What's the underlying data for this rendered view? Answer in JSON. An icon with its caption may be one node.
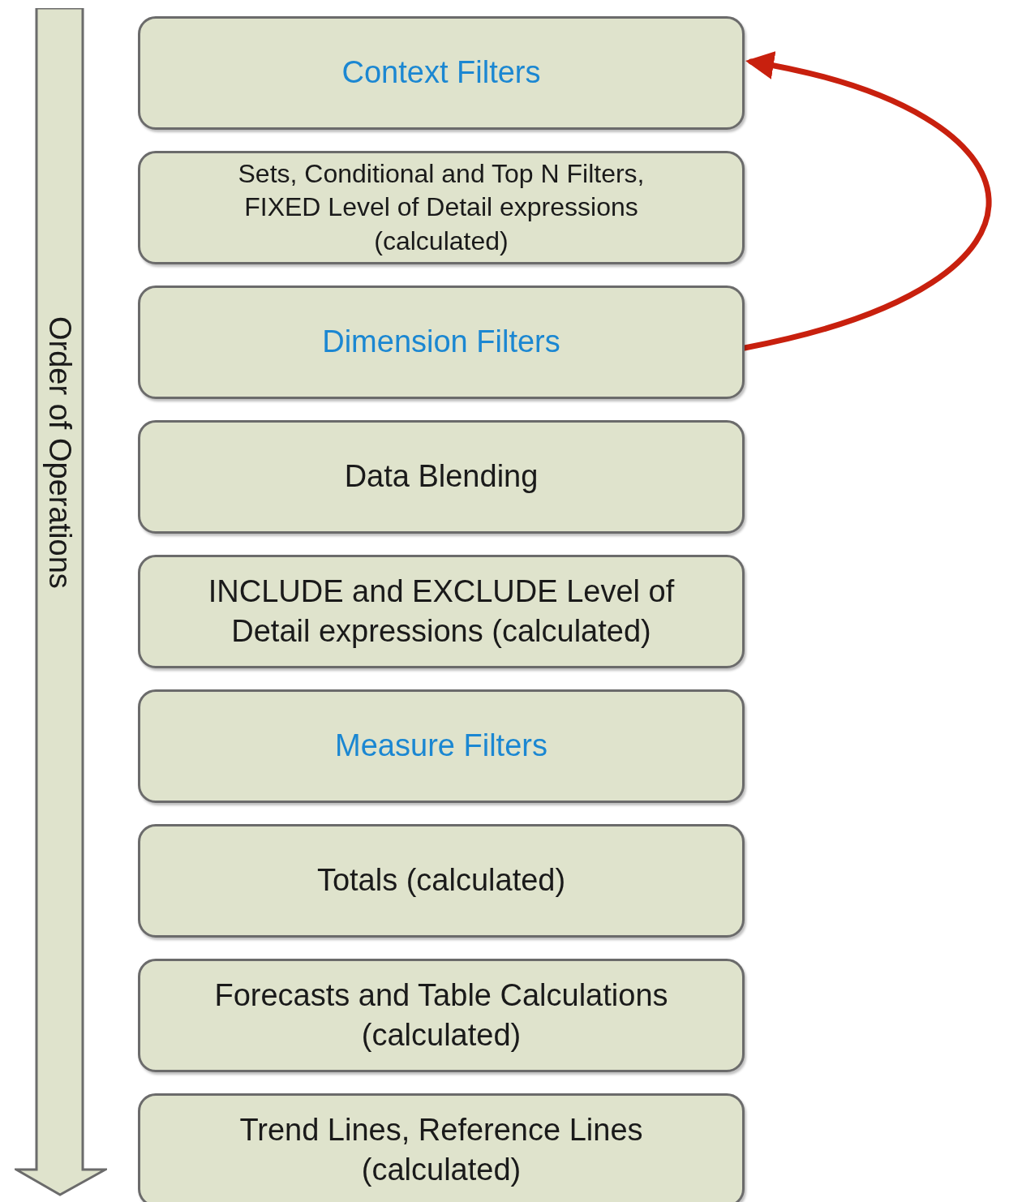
{
  "diagram": {
    "nodes": [
      {
        "text": [
          "Context Filters"
        ]
      },
      {
        "text": [
          "Sets, Conditional and Top N Filters, FIXED Level of Detail expressions (calculated)"
        ]
      },
      {
        "text": [
          "Dimension Filters"
        ]
      },
      {
        "text": [
          "Data Blending"
        ]
      },
      {
        "text": [
          "INCLUDE and EXCLUDE Level of Detail expressions (calculated)"
        ]
      },
      {
        "text": [
          "Measure Filters"
        ]
      },
      {
        "text": [
          "Totals (calculated)"
        ]
      },
      {
        "text": [
          "Forecasts and Table Calculations (calculated)"
        ]
      },
      {
        "text": [
          "Trend Lines, Reference Lines (calculated)"
        ]
      },
      {
        "text": [
          "Order of Operations"
        ]
      }
    ],
    "edges": [
      {
        "from": 2,
        "to": 0,
        "arrow": "to",
        "color": "#c8200e"
      }
    ]
  }
}
